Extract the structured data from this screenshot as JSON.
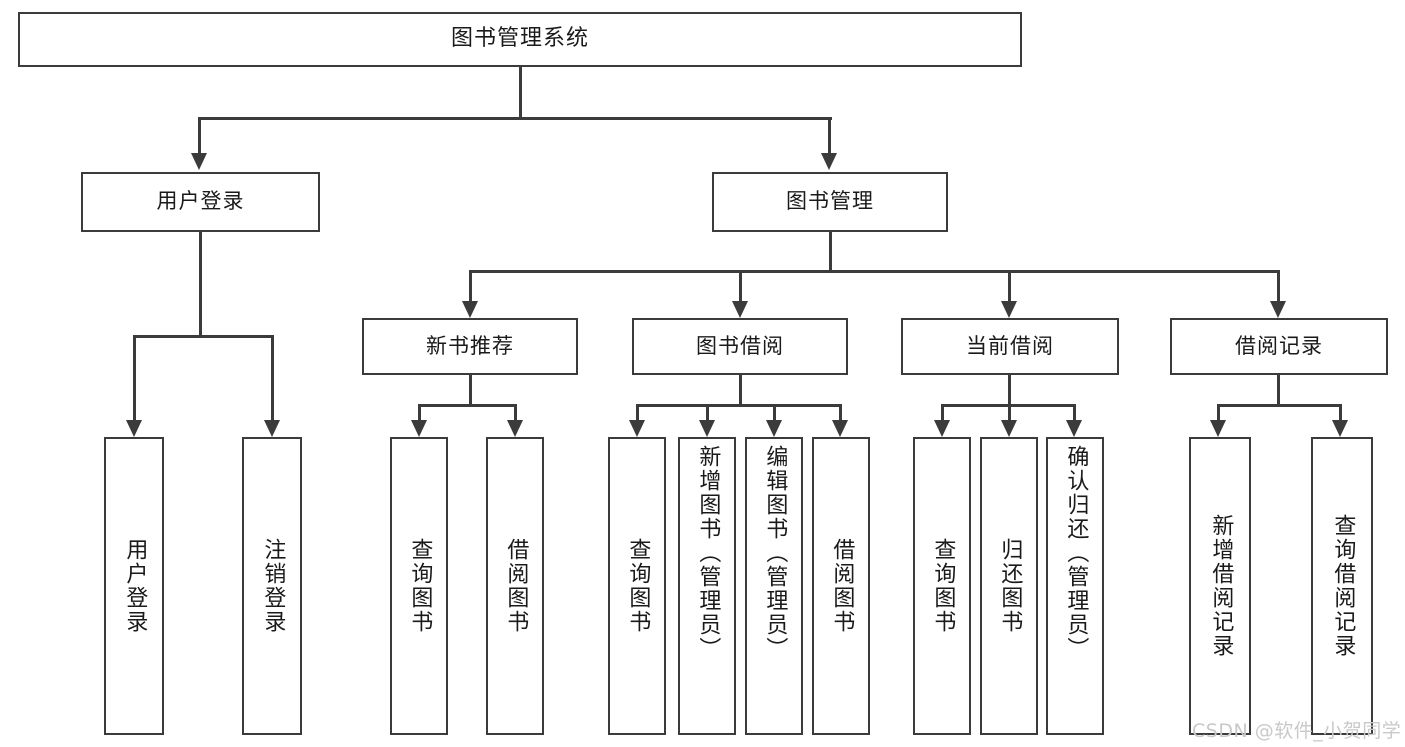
{
  "diagram": {
    "title": "图书管理系统",
    "type": "hierarchy-tree",
    "root": {
      "label": "图书管理系统"
    },
    "level1": [
      {
        "label": "用户登录"
      },
      {
        "label": "图书管理"
      }
    ],
    "level2": [
      {
        "label": "新书推荐"
      },
      {
        "label": "图书借阅"
      },
      {
        "label": "当前借阅"
      },
      {
        "label": "借阅记录"
      }
    ],
    "leaves": {
      "user_login": [
        {
          "label": "用户登录"
        },
        {
          "label": "注销登录"
        }
      ],
      "new_book_recommend": [
        {
          "label": "查询图书"
        },
        {
          "label": "借阅图书"
        }
      ],
      "book_borrow": [
        {
          "label": "查询图书"
        },
        {
          "label": "新增图书（管理员）"
        },
        {
          "label": "编辑图书（管理员）"
        },
        {
          "label": "借阅图书"
        }
      ],
      "current_borrow": [
        {
          "label": "查询图书"
        },
        {
          "label": "归还图书"
        },
        {
          "label": "确认归还（管理员）"
        }
      ],
      "borrow_record": [
        {
          "label": "新增借阅记录"
        },
        {
          "label": "查询借阅记录"
        }
      ]
    }
  },
  "watermark": {
    "text": "CSDN @软件_小贺同学"
  },
  "colors": {
    "stroke": "#3b3b3b",
    "fill": "#ffffff",
    "text": "#1a1a1a",
    "watermark": "#c9c9c9"
  }
}
